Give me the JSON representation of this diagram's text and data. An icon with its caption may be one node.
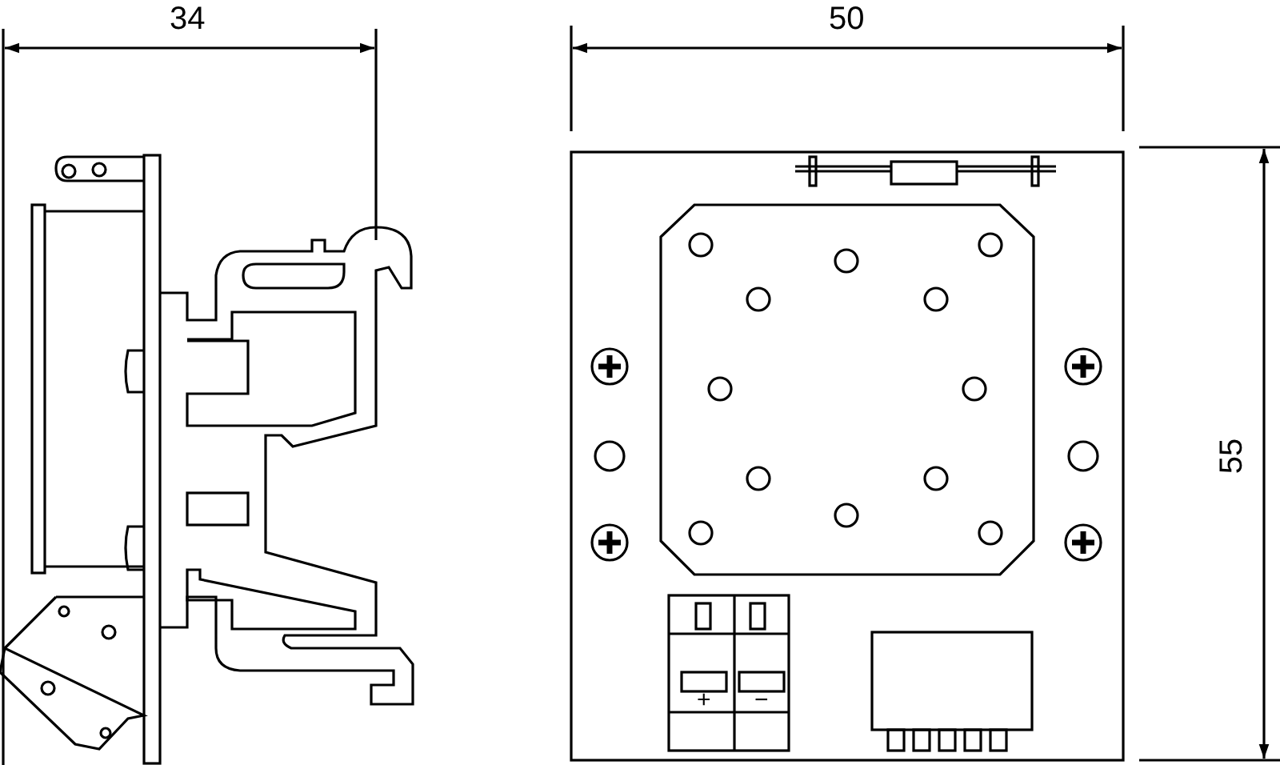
{
  "diagram": {
    "labels": [
      "34",
      "50",
      "55",
      "+",
      "−"
    ]
  }
}
